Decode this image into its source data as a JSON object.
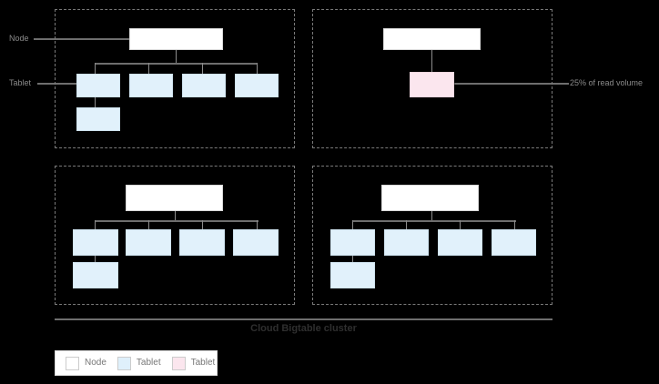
{
  "diagram": {
    "caption": "Cloud Bigtable cluster",
    "annotations": {
      "node_label": "Node",
      "tablet_label": "Tablet",
      "read_volume_label": "25% of read volume"
    },
    "legend": {
      "items": [
        {
          "label": "Node",
          "color": "#ffffff",
          "icon": "white-square-icon"
        },
        {
          "label": "Tablet",
          "color": "#e1f1fb",
          "icon": "blue-square-icon"
        },
        {
          "label": "Tablet",
          "color": "#fbe6ee",
          "icon": "pink-square-icon"
        }
      ]
    },
    "colors": {
      "background": "#000000",
      "node_fill": "#ffffff",
      "tablet_fill": "#e1f1fb",
      "tablet_hot_fill": "#fbe6ee",
      "connector": "#6e6e6e",
      "frame_border": "#7a7a7a",
      "annotation_text": "#8a8a8a",
      "caption_text": "#2f2f2f"
    },
    "quadrants": [
      {
        "id": "top-left",
        "node_count": 1,
        "tablet_count": 5,
        "hot_tablet_count": 0
      },
      {
        "id": "top-right",
        "node_count": 1,
        "tablet_count": 0,
        "hot_tablet_count": 1
      },
      {
        "id": "bottom-left",
        "node_count": 1,
        "tablet_count": 5,
        "hot_tablet_count": 0
      },
      {
        "id": "bottom-right",
        "node_count": 1,
        "tablet_count": 5,
        "hot_tablet_count": 0
      }
    ]
  }
}
